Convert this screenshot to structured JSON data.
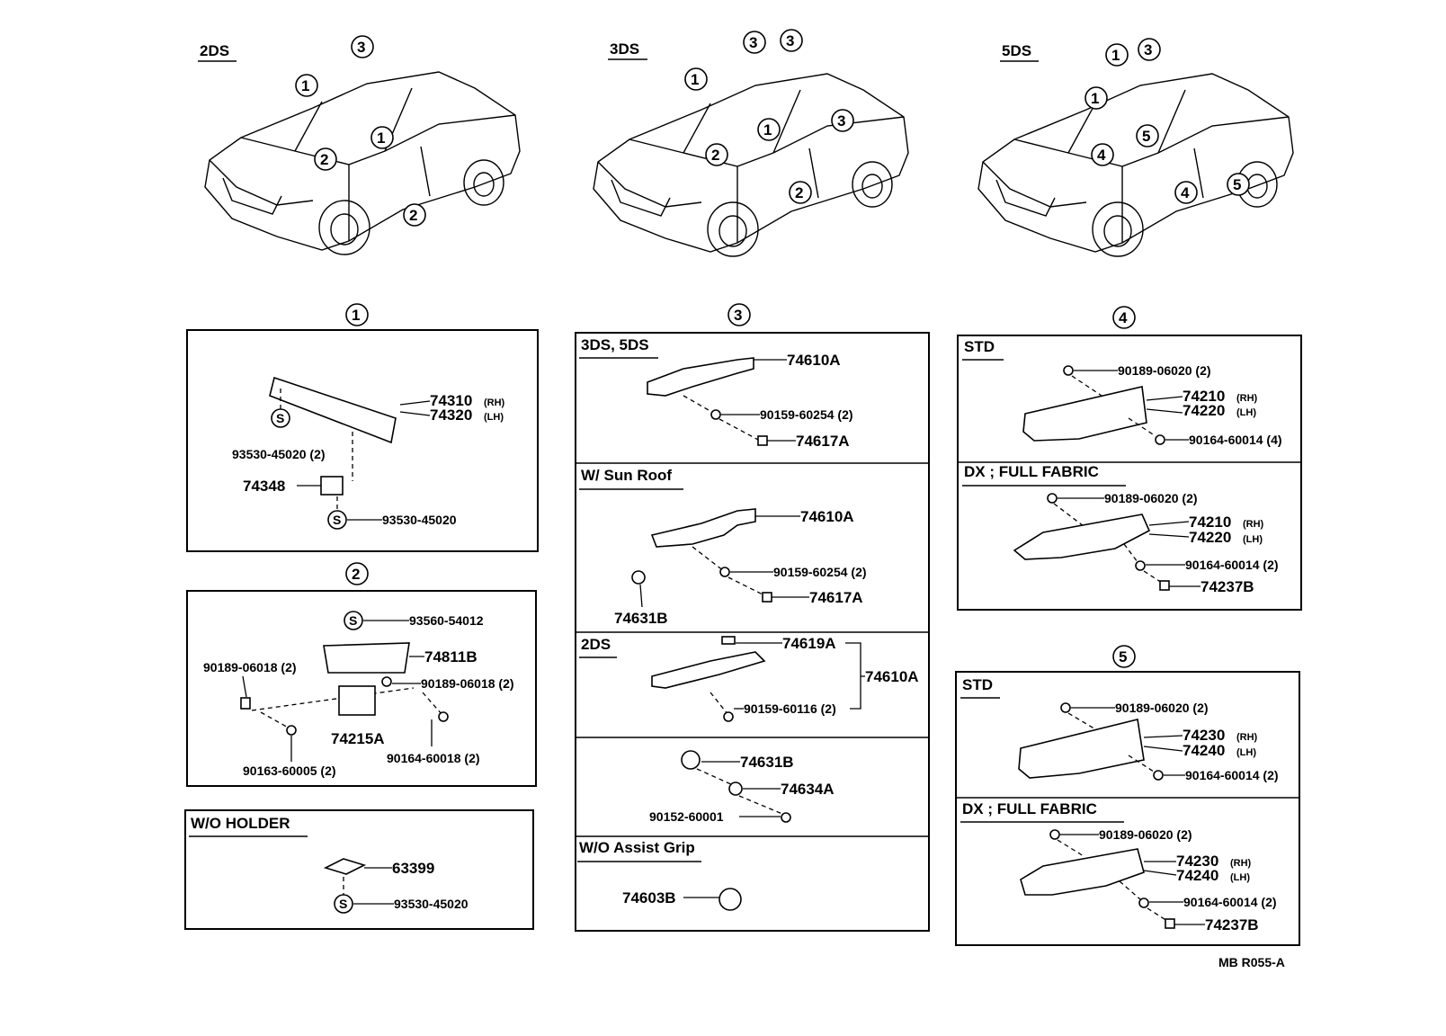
{
  "views": {
    "two_door": "2DS",
    "three_door": "3DS",
    "five_door": "5DS"
  },
  "callouts": [
    "1",
    "2",
    "3",
    "4",
    "5"
  ],
  "seal_mark": "S",
  "suffix": {
    "rh": "(RH)",
    "lh": "(LH)"
  },
  "section1": {
    "p74310": "74310",
    "p74320": "74320",
    "p93530_45020_2": "93530-45020 (2)",
    "p74348": "74348",
    "p93530_45020": "93530-45020"
  },
  "section2": {
    "p93560_54012": "93560-54012",
    "p74811B": "74811B",
    "p90189_06018_2_left": "90189-06018 (2)",
    "p90189_06018_2_right": "90189-06018 (2)",
    "p74215A": "74215A",
    "p90163_60005_2": "90163-60005 (2)",
    "p90164_60018_2": "90164-60018 (2)"
  },
  "wo_holder": {
    "header": "W/O HOLDER",
    "p63399": "63399",
    "p93530_45020": "93530-45020"
  },
  "section3": {
    "h_3ds5ds": "3DS, 5DS",
    "a_74610A": "74610A",
    "a_90159_60254_2": "90159-60254 (2)",
    "a_74617A": "74617A",
    "h_sunroof": "W/ Sun Roof",
    "b_74610A": "74610A",
    "b_90159_60254_2": "90159-60254 (2)",
    "b_74617A": "74617A",
    "b_74631B": "74631B",
    "h_2ds": "2DS",
    "c_74619A": "74619A",
    "c_74610A": "74610A",
    "c_90159_60116_2": "90159-60116 (2)",
    "d_74631B": "74631B",
    "d_74634A": "74634A",
    "d_90152_60001": "90152-60001",
    "h_wo_grip": "W/O Assist Grip",
    "e_74603B": "74603B"
  },
  "section4": {
    "h_std": "STD",
    "a_90189_06020_2": "90189-06020 (2)",
    "a_74210": "74210",
    "a_74220": "74220",
    "a_90164_60014_4": "90164-60014 (4)",
    "h_dx": "DX ; FULL  FABRIC",
    "b_90189_06020_2": "90189-06020 (2)",
    "b_74210": "74210",
    "b_74220": "74220",
    "b_90164_60014_2": "90164-60014 (2)",
    "b_74237B": "74237B"
  },
  "section5": {
    "h_std": "STD",
    "a_90189_06020_2": "90189-06020 (2)",
    "a_74230": "74230",
    "a_74240": "74240",
    "a_90164_60014_2": "90164-60014 (2)",
    "h_dx": "DX ; FULL  FABRIC",
    "b_90189_06020_2": "90189-06020 (2)",
    "b_74230": "74230",
    "b_74240": "74240",
    "b_90164_60014_2": "90164-60014 (2)",
    "b_74237B": "74237B"
  },
  "footer_code": "MB  R055-A"
}
